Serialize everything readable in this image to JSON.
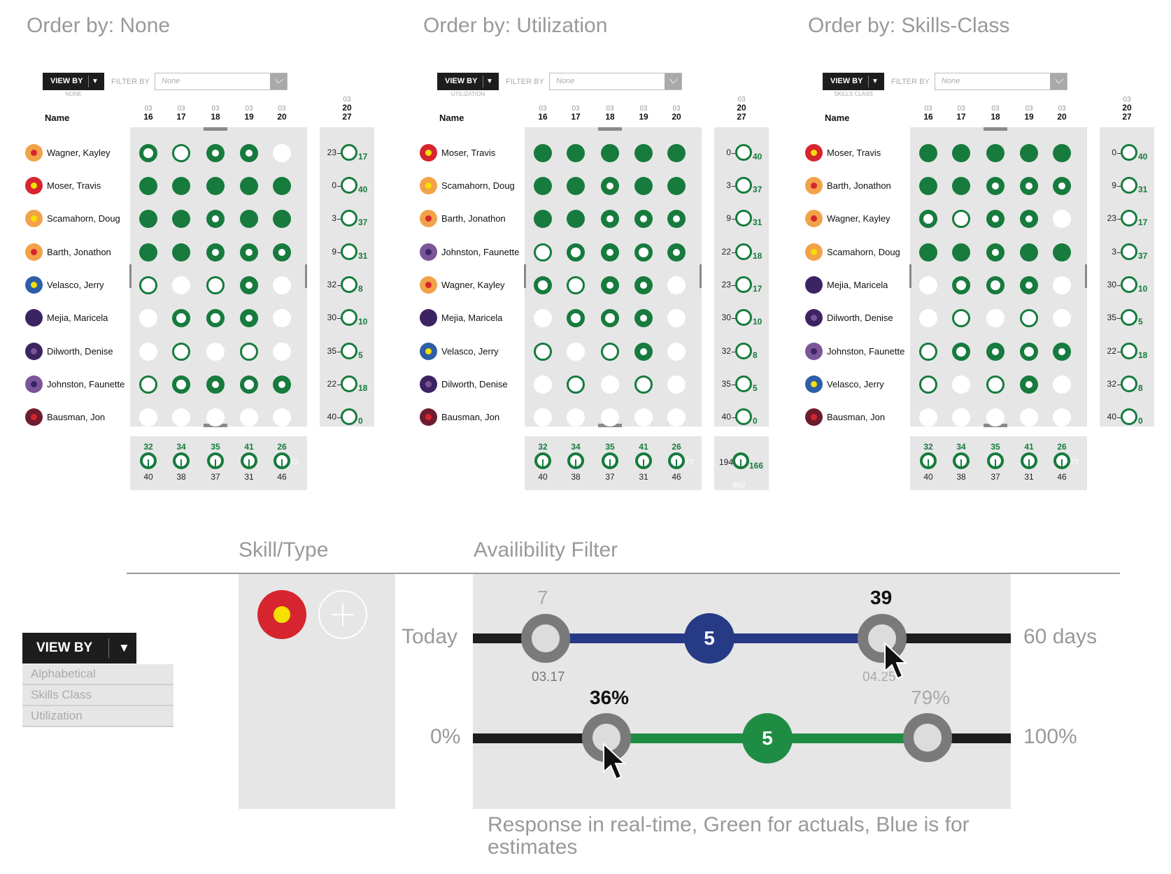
{
  "colors": {
    "green": "#167b3d",
    "gray": "#999999",
    "panel": "#e6e6e6",
    "blue": "#263a86",
    "red": "#d6252f",
    "yellow": "#f5e000",
    "orange": "#f2a248",
    "purple": "#3c2463"
  },
  "panels": [
    {
      "title": "Order by: None",
      "view_by": "VIEW BY",
      "view_by_sub": "NONE",
      "filter_label": "FILTER BY",
      "filter_value": "None",
      "name_header": "Name",
      "dates": [
        {
          "m": "03",
          "d": "16"
        },
        {
          "m": "03",
          "d": "17"
        },
        {
          "m": "03",
          "d": "18"
        },
        {
          "m": "03",
          "d": "19"
        },
        {
          "m": "03",
          "d": "20"
        }
      ],
      "range_header": {
        "m": "03",
        "d1": "20",
        "d2": "27"
      },
      "rows": [
        {
          "name": "Wagner, Kayley",
          "outer": "orange",
          "inner": "red",
          "cells": [
            "ring-thick",
            "ring-thin",
            "ring-dot",
            "ring-dot",
            "empty"
          ],
          "left": "23",
          "right": "17"
        },
        {
          "name": "Moser, Travis",
          "outer": "red",
          "inner": "yellow",
          "cells": [
            "full",
            "full",
            "full",
            "full",
            "full"
          ],
          "left": "0",
          "right": "40"
        },
        {
          "name": "Scamahorn, Doug",
          "outer": "orange",
          "inner": "yellow",
          "cells": [
            "full",
            "full",
            "ring-dot",
            "full",
            "full"
          ],
          "left": "3",
          "right": "37"
        },
        {
          "name": "Barth, Jonathon",
          "outer": "orange",
          "inner": "red",
          "cells": [
            "full",
            "full",
            "ring-dot",
            "ring-dot",
            "ring-dot"
          ],
          "left": "9",
          "right": "31"
        },
        {
          "name": "Velasco, Jerry",
          "outer": "blue",
          "inner": "yellow",
          "cells": [
            "ring-thin",
            "empty",
            "ring-thin",
            "ring-dot",
            "empty"
          ],
          "left": "32",
          "right": "8"
        },
        {
          "name": "Mejia, Maricela",
          "outer": "purple",
          "inner": "purple",
          "cells": [
            "empty",
            "ring-thick",
            "ring-thick",
            "ring-dot",
            "empty"
          ],
          "left": "30",
          "right": "10"
        },
        {
          "name": "Dilworth, Denise",
          "outer": "purple",
          "inner": "lilac",
          "cells": [
            "empty",
            "ring-thin",
            "empty",
            "ring-thin",
            "empty"
          ],
          "left": "35",
          "right": "5"
        },
        {
          "name": "Johnston, Faunette",
          "outer": "lilac",
          "inner": "purple",
          "cells": [
            "ring-thin",
            "ring-thick",
            "ring-dot",
            "ring-thick",
            "ring-dot"
          ],
          "left": "22",
          "right": "18"
        },
        {
          "name": "Bausman, Jon",
          "outer": "maroon",
          "inner": "red",
          "cells": [
            "empty",
            "empty",
            "empty",
            "empty",
            "empty"
          ],
          "left": "40",
          "right": "0"
        }
      ],
      "footer": {
        "top": [
          "32",
          "34",
          "35",
          "41",
          "26"
        ],
        "bottom": [
          "40",
          "38",
          "37",
          "31",
          "46"
        ],
        "total": "72"
      }
    },
    {
      "title": "Order by: Utilization",
      "view_by": "VIEW BY",
      "view_by_sub": "UTILIZATION",
      "filter_label": "FILTER BY",
      "filter_value": "None",
      "name_header": "Name",
      "dates": [
        {
          "m": "03",
          "d": "16"
        },
        {
          "m": "03",
          "d": "17"
        },
        {
          "m": "03",
          "d": "18"
        },
        {
          "m": "03",
          "d": "19"
        },
        {
          "m": "03",
          "d": "20"
        }
      ],
      "range_header": {
        "m": "03",
        "d1": "20",
        "d2": "27"
      },
      "rows": [
        {
          "name": "Moser, Travis",
          "outer": "red",
          "inner": "yellow",
          "cells": [
            "full",
            "full",
            "full",
            "full",
            "full"
          ],
          "left": "0",
          "right": "40"
        },
        {
          "name": "Scamahorn, Doug",
          "outer": "orange",
          "inner": "yellow",
          "cells": [
            "full",
            "full",
            "ring-dot",
            "full",
            "full"
          ],
          "left": "3",
          "right": "37"
        },
        {
          "name": "Barth, Jonathon",
          "outer": "orange",
          "inner": "red",
          "cells": [
            "full",
            "full",
            "ring-dot",
            "ring-dot",
            "ring-dot"
          ],
          "left": "9",
          "right": "31"
        },
        {
          "name": "Johnston, Faunette",
          "outer": "lilac",
          "inner": "purple",
          "cells": [
            "ring-thin",
            "ring-thick",
            "ring-dot",
            "ring-thick",
            "ring-dot"
          ],
          "left": "22",
          "right": "18"
        },
        {
          "name": "Wagner, Kayley",
          "outer": "orange",
          "inner": "red",
          "cells": [
            "ring-thick",
            "ring-thin",
            "ring-dot",
            "ring-dot",
            "empty"
          ],
          "left": "23",
          "right": "17"
        },
        {
          "name": "Mejia, Maricela",
          "outer": "purple",
          "inner": "purple",
          "cells": [
            "empty",
            "ring-thick",
            "ring-thick",
            "ring-dot",
            "empty"
          ],
          "left": "30",
          "right": "10"
        },
        {
          "name": "Velasco, Jerry",
          "outer": "blue",
          "inner": "yellow",
          "cells": [
            "ring-thin",
            "empty",
            "ring-thin",
            "ring-dot",
            "empty"
          ],
          "left": "32",
          "right": "8"
        },
        {
          "name": "Dilworth, Denise",
          "outer": "purple",
          "inner": "lilac",
          "cells": [
            "empty",
            "ring-thin",
            "empty",
            "ring-thin",
            "empty"
          ],
          "left": "35",
          "right": "5"
        },
        {
          "name": "Bausman, Jon",
          "outer": "maroon",
          "inner": "red",
          "cells": [
            "empty",
            "empty",
            "empty",
            "empty",
            "empty"
          ],
          "left": "40",
          "right": "0"
        }
      ],
      "footer": {
        "top": [
          "32",
          "34",
          "35",
          "41",
          "26"
        ],
        "bottom": [
          "40",
          "38",
          "37",
          "31",
          "46"
        ],
        "total": "72"
      },
      "summary_footer": {
        "left": "194",
        "right": "166",
        "total": "360"
      }
    },
    {
      "title": "Order by: Skills-Class",
      "view_by": "VIEW BY",
      "view_by_sub": "SKILLS CLASS",
      "filter_label": "FILTER BY",
      "filter_value": "None",
      "name_header": "Name",
      "dates": [
        {
          "m": "03",
          "d": "16"
        },
        {
          "m": "03",
          "d": "17"
        },
        {
          "m": "03",
          "d": "18"
        },
        {
          "m": "03",
          "d": "19"
        },
        {
          "m": "03",
          "d": "20"
        }
      ],
      "range_header": {
        "m": "03",
        "d1": "20",
        "d2": "27"
      },
      "rows": [
        {
          "name": "Moser, Travis",
          "outer": "red",
          "inner": "yellow",
          "cells": [
            "full",
            "full",
            "full",
            "full",
            "full"
          ],
          "left": "0",
          "right": "40"
        },
        {
          "name": "Barth, Jonathon",
          "outer": "orange",
          "inner": "red",
          "cells": [
            "full",
            "full",
            "ring-dot",
            "ring-dot",
            "ring-dot"
          ],
          "left": "9",
          "right": "31"
        },
        {
          "name": "Wagner, Kayley",
          "outer": "orange",
          "inner": "red",
          "cells": [
            "ring-thick",
            "ring-thin",
            "ring-dot",
            "ring-dot",
            "empty"
          ],
          "left": "23",
          "right": "17"
        },
        {
          "name": "Scamahorn, Doug",
          "outer": "orange",
          "inner": "yellow",
          "cells": [
            "full",
            "full",
            "ring-dot",
            "full",
            "full"
          ],
          "left": "3",
          "right": "37"
        },
        {
          "name": "Mejia, Maricela",
          "outer": "purple",
          "inner": "purple",
          "cells": [
            "empty",
            "ring-thick",
            "ring-thick",
            "ring-dot",
            "empty"
          ],
          "left": "30",
          "right": "10"
        },
        {
          "name": "Dilworth, Denise",
          "outer": "purple",
          "inner": "lilac",
          "cells": [
            "empty",
            "ring-thin",
            "empty",
            "ring-thin",
            "empty"
          ],
          "left": "35",
          "right": "5"
        },
        {
          "name": "Johnston, Faunette",
          "outer": "lilac",
          "inner": "purple",
          "cells": [
            "ring-thin",
            "ring-thick",
            "ring-dot",
            "ring-thick",
            "ring-dot"
          ],
          "left": "22",
          "right": "18"
        },
        {
          "name": "Velasco, Jerry",
          "outer": "blue",
          "inner": "yellow",
          "cells": [
            "ring-thin",
            "empty",
            "ring-thin",
            "ring-dot",
            "empty"
          ],
          "left": "32",
          "right": "8"
        },
        {
          "name": "Bausman, Jon",
          "outer": "maroon",
          "inner": "red",
          "cells": [
            "empty",
            "empty",
            "empty",
            "empty",
            "empty"
          ],
          "left": "40",
          "right": "0"
        }
      ],
      "footer": {
        "top": [
          "32",
          "34",
          "35",
          "41",
          "26"
        ],
        "bottom": [
          "40",
          "38",
          "37",
          "31",
          "46"
        ],
        "total": "72"
      }
    }
  ],
  "skill_type": {
    "title": "Skill/Type",
    "add_icon": "plus-icon"
  },
  "availability": {
    "title": "Availibility Filter",
    "row1": {
      "left_label": "Today",
      "right_label": "60 days",
      "min_top": "7",
      "min_bottom": "03.17",
      "max_top": "39",
      "max_bottom": "04.25",
      "value": "5"
    },
    "row2": {
      "left_label": "0%",
      "right_label": "100%",
      "min_top": "36%",
      "max_top": "79%",
      "value": "5"
    }
  },
  "caption": "Response in real-time, Green for actuals, Blue is for estimates",
  "view_by_menu": {
    "label": "VIEW BY",
    "items": [
      "Alphabetical",
      "Skills Class",
      "Utilization"
    ]
  }
}
